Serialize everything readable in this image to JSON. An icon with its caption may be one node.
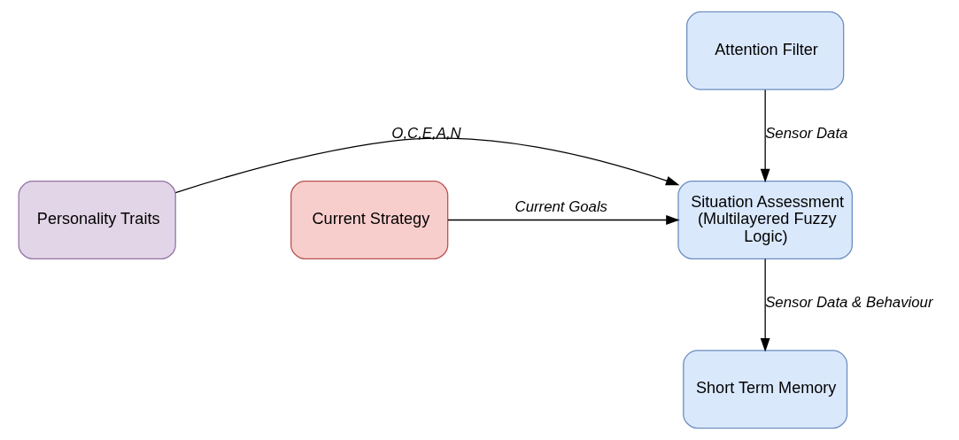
{
  "diagram": {
    "nodes": [
      {
        "text": [
          "Attention Filter"
        ]
      },
      {
        "text": [
          "Personality Traits"
        ]
      },
      {
        "text": [
          "Situation Assessment (Multilayered Fuzzy Logic)"
        ]
      },
      {
        "text": [
          "Current Strategy"
        ]
      },
      {
        "text": [
          "Short Term Memory"
        ]
      }
    ],
    "edges": [
      {
        "from": 0,
        "to": 2,
        "arrow": "to",
        "label": "Sensor Data"
      },
      {
        "from": 1,
        "to": 2,
        "arrow": "to",
        "label": "O,C,E,A,N"
      },
      {
        "from": 3,
        "to": 2,
        "arrow": "to",
        "label": "Current Goals"
      },
      {
        "from": 2,
        "to": 4,
        "arrow": "to",
        "label": "Sensor Data & Behaviour"
      }
    ]
  }
}
